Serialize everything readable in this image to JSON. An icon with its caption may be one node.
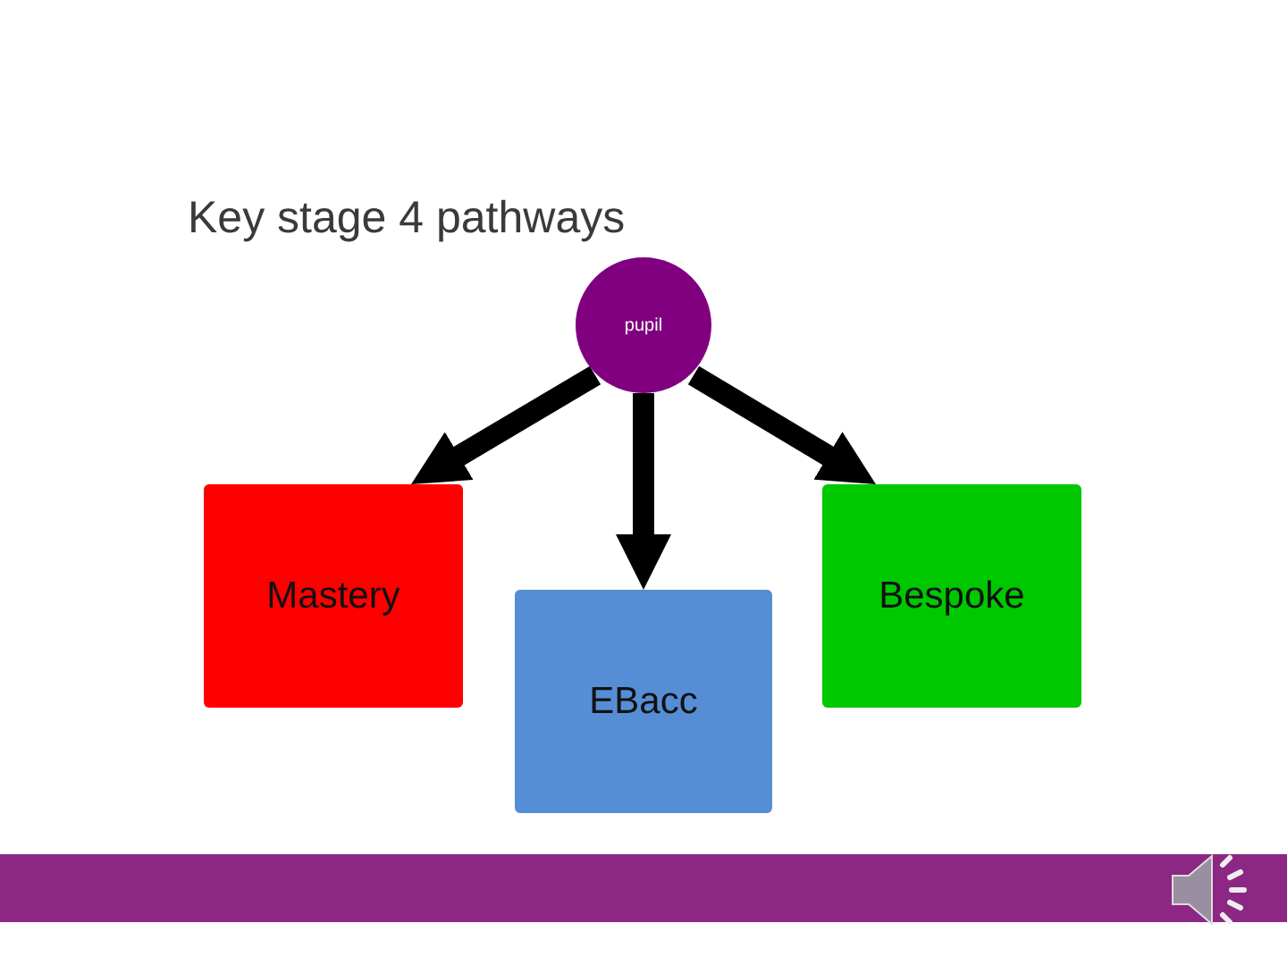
{
  "diagram": {
    "title": "Key stage 4 pathways",
    "nodes": [
      {
        "text": [
          "pupil"
        ]
      },
      {
        "text": [
          "Mastery"
        ]
      },
      {
        "text": [
          "Bespoke"
        ]
      },
      {
        "text": [
          "EBacc"
        ]
      }
    ],
    "edges": [
      {
        "from": 0,
        "to": 1,
        "arrow": "to"
      },
      {
        "from": 0,
        "to": 3,
        "arrow": "to"
      },
      {
        "from": 0,
        "to": 2,
        "arrow": "to"
      }
    ]
  }
}
